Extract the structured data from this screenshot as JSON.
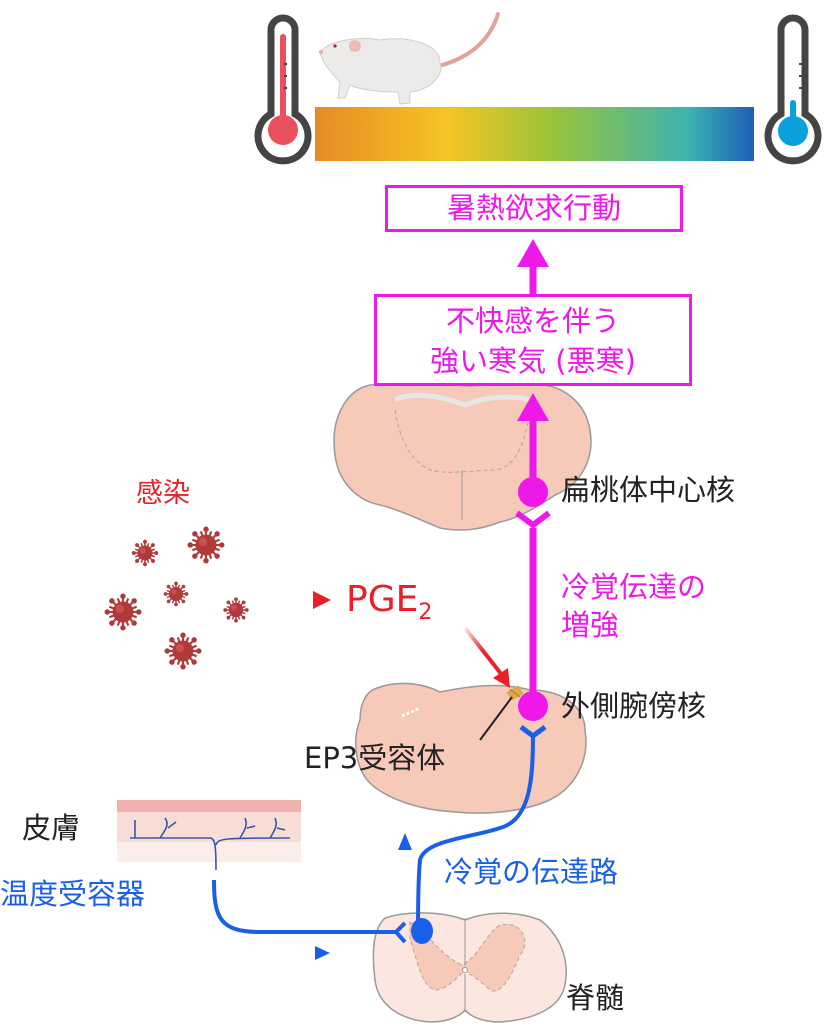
{
  "colors": {
    "magenta": "#ee19e9",
    "red": "#e8202a",
    "blue": "#1a5fe8",
    "black": "#222222",
    "tissue": "#f6c9b8",
    "tissue_outline": "#9a9a9a",
    "virus": "#b03a3a",
    "thermometer_frame": "#444444",
    "thermometer_hot": "#e9515d",
    "thermometer_cold": "#0aa0dd"
  },
  "top": {
    "hot_thermometer": "thermometer-hot-icon",
    "cold_thermometer": "thermometer-cold-icon",
    "animal": "mouse-icon",
    "gradient_stops": [
      "#e58b25",
      "#f5c423",
      "#96c43c",
      "#3db3b0",
      "#1c5fb8"
    ]
  },
  "boxes": {
    "behavior": "暑熱欲求行動",
    "chills_line1": "不快感を伴う",
    "chills_line2": "強い寒気 (悪寒)"
  },
  "labels": {
    "infection": "感染",
    "pge2_main": "PGE",
    "pge2_sub": "2",
    "amygdala": "扁桃体中心核",
    "enhancement_line1": "冷覚伝達の",
    "enhancement_line2": "増強",
    "lpb": "外側腕傍核",
    "ep3": "EP3受容体",
    "skin": "皮膚",
    "thermoreceptor": "温度受容器",
    "cold_pathway": "冷覚の伝達路",
    "spinal_cord": "脊髄"
  },
  "icons": {
    "virus": "virus-icon",
    "receptor": "ep3-receptor-icon",
    "brain_forebrain": "forebrain-section-icon",
    "brain_pons": "pons-section-icon",
    "spinal": "spinal-cord-section-icon",
    "skin": "skin-section-icon"
  }
}
